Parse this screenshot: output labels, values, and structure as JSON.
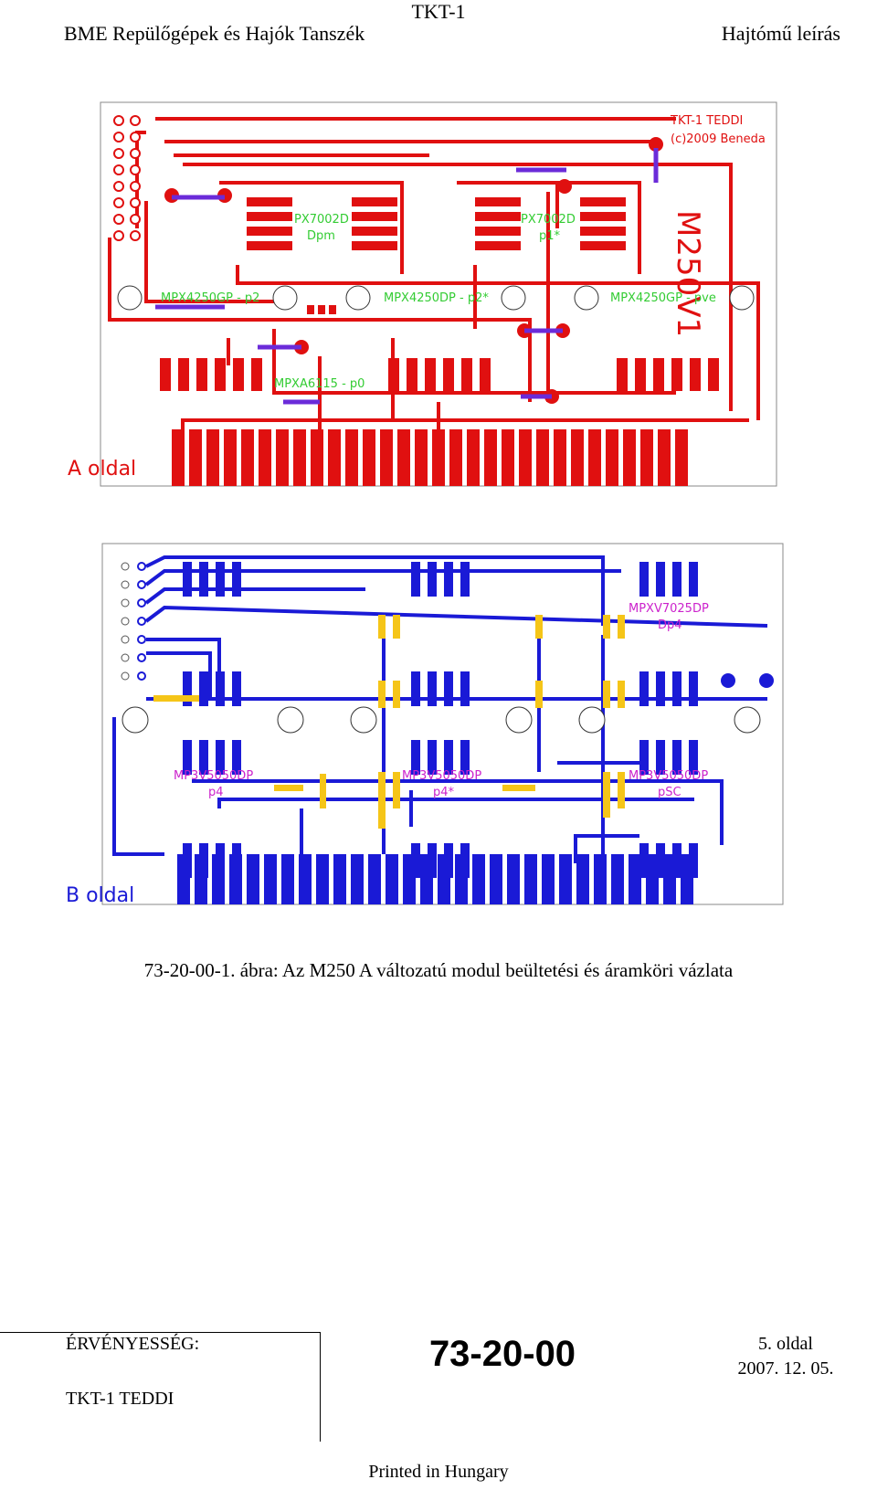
{
  "header": {
    "doc_code": "TKT-1",
    "department": "BME Repülőgépek és Hajók Tanszék",
    "doc_type": "Hajtómű leírás"
  },
  "pcb_a": {
    "side_label": "A oldal",
    "credit_line1": "TKT-1 TEDDI",
    "credit_line2": "(c)2009 Beneda",
    "board_name": "M250V1",
    "labels": {
      "mpx7002d_left": "PX7002D",
      "mpx7002d_left_sub": "Dpm",
      "mpx7002d_right": "PX7002D",
      "mpx7002d_right_sub": "p1*",
      "mpx4250gp_left": "MPX4250GP - p2",
      "mpx4250dp_mid": "MPX4250DP - p2*",
      "mpx4250gp_right": "MPX4250GP - pve",
      "mpxa6115": "MPXA6115 - p0"
    },
    "colors": {
      "trace": "#e01010",
      "jumper": "#6b2bd9",
      "silk": "#33cc33"
    }
  },
  "pcb_b": {
    "side_label": "B oldal",
    "labels": {
      "mpxv7025dp": "MPXV7025DP",
      "mpxv7025dp_sub": "Dp4",
      "mp3v_left": "MP3V5050DP",
      "mp3v_left_sub": "p4",
      "mp3v_mid": "MP3V5050DP",
      "mp3v_mid_sub": "p4*",
      "mp3v_right": "MP3V5050DP",
      "mp3v_right_sub": "pSC"
    },
    "colors": {
      "trace": "#1a1ad6",
      "via": "#f5c518",
      "silk": "#cc22cc"
    }
  },
  "caption": "73-20-00-1. ábra: Az M250 A változatú modul beültetési és áramköri vázlata",
  "footer": {
    "validity_label": "ÉRVÉNYESSÉG:",
    "validity_value": "TKT-1 TEDDI",
    "doc_number": "73-20-00",
    "page": "5. oldal",
    "date": "2007. 12. 05.",
    "printed": "Printed in Hungary"
  }
}
